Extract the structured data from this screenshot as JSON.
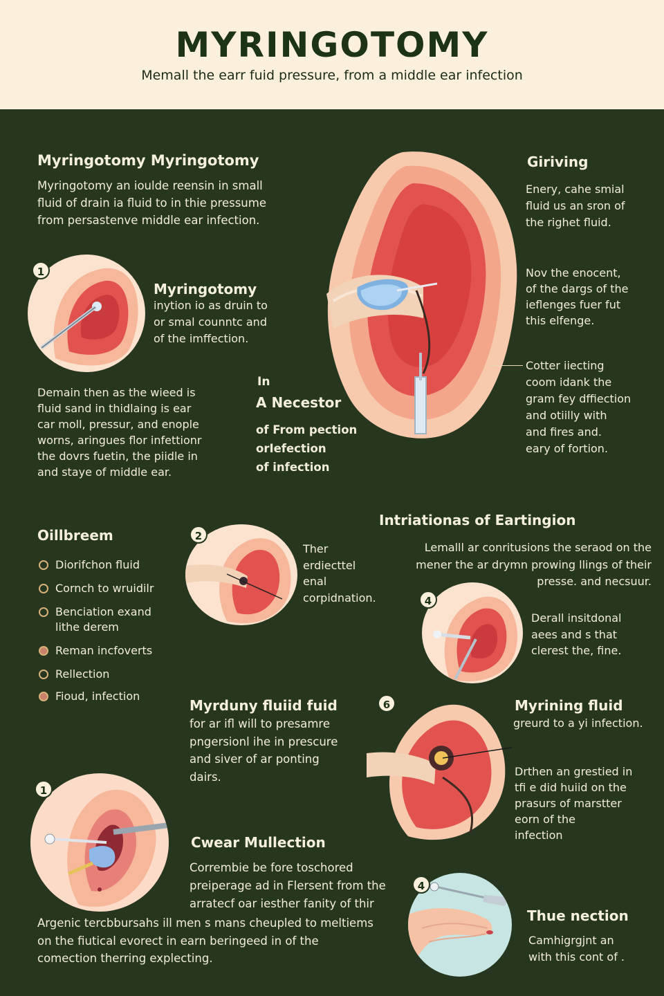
{
  "header": {
    "title": "MYRINGOTOMY",
    "subtitle": "Memall the earr fuid pressure, from a middle ear infection"
  },
  "intro": {
    "heading": "Myringotomy Myringotomy",
    "text": "Myringotomy an ioulde reensin in small\nfluid of drain ia fluid to in thie pressume\nfrom persastenve middle ear infection."
  },
  "step1": {
    "badge": "1",
    "heading": "Myringotomy",
    "text": "inytion io as druin to\nor smal counntc and\nof the imffection."
  },
  "left_para": {
    "text": "Demain then as the wieed is\nfluid sand in thidlaing is ear\ncar moll, pressur, and enople\nworns, aringues flor infettionr\nthe dovrs fuetin, the piidle in\nand staye of middle ear."
  },
  "center_note": {
    "small": "In",
    "heading": "A Necestor",
    "text": "of From pection\norIefection\nof infection"
  },
  "right_top": {
    "heading": "Giriving",
    "text1": "Enery, cahe smial\nfluid us an sron of\nthe righet fluid.",
    "text2": "Nov the enocent,\nof the dargs of the\nieflenges fuer fut\nthis elfenge.",
    "text3": "Cotter iiecting\ncoom idank the\ngram fey dffiection\nand otiilly with\nand fires and.\neary of fortion."
  },
  "problems": {
    "heading": "Oillbreem",
    "items": [
      "Diorifchon fluid",
      "Cornch to wruidilr",
      "Benciation exand\nlithe derem",
      "Reman incfoverts",
      "Rellection",
      "Fioud, infection"
    ]
  },
  "step2": {
    "badge": "2",
    "text": "Ther\nerdiecttel\nenal\ncorpidnation."
  },
  "intriations": {
    "heading": "Intriationas of Eartingion",
    "text": "Lemalll ar conritusions the seraod on the\nmener the ar drymn prowing llings of their\npresse. and necsuur."
  },
  "step4": {
    "badge": "4",
    "text": "Derall insitdonal\naees and s that\nclerest the, fine."
  },
  "fluid_fuid": {
    "heading": "Myrduny fluiid fuid",
    "text": "for ar ifl will to presamre\npngersionl ihe in prescure\nand siver of ar ponting\ndairs."
  },
  "step5": {
    "badge": "6",
    "heading": "Myrining fluid",
    "text": "greurd to a yi infection.",
    "text2": "Drthen an grestied in\ntfi e did huiid on the\nprasurs of marstter\neorn of the\ninfection"
  },
  "bottom_step1": {
    "badge": "1"
  },
  "cwear": {
    "heading": "Cwear Mullection",
    "text": "Corrembie be fore toschored\npreiperage ad in Flersent from the\narratecf oar iesther fanity of thir"
  },
  "bottom_para": {
    "text": "Argenic tercbbursahs ill men s mans cheupled to meltiems\non the fiutical evorect in earn beringeed in of the\ncomection therring explecting."
  },
  "hand_step": {
    "badge": "4",
    "heading": "Thue nection",
    "text": "Camhigrgjnt an\nwith this cont of ."
  },
  "colors": {
    "background": "#27371f",
    "header_bg": "#fbf0dc",
    "title": "#1c3316",
    "ear_red": "#e2524f",
    "ear_skin": "#f6c7a8"
  }
}
